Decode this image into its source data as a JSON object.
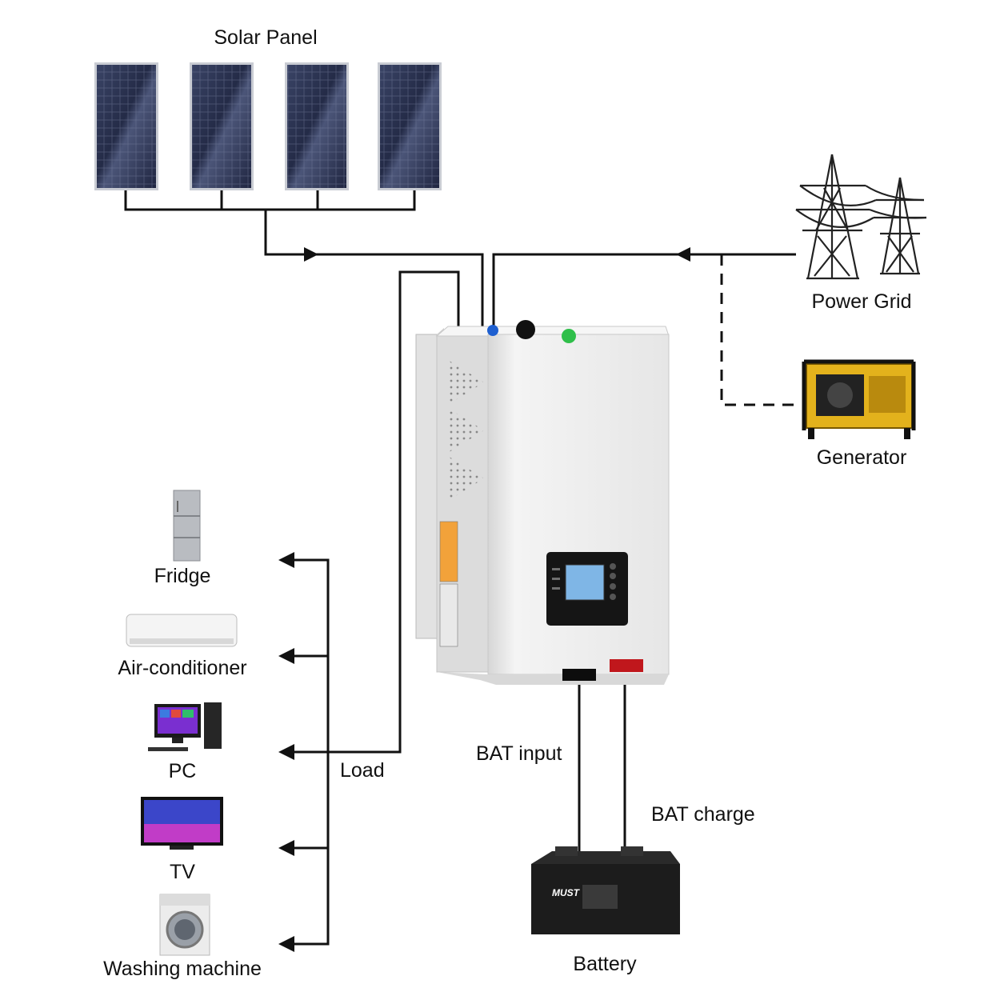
{
  "labels": {
    "solar_panel": "Solar Panel",
    "power_grid": "Power Grid",
    "generator": "Generator",
    "fridge": "Fridge",
    "air_conditioner": "Air-conditioner",
    "pc": "PC",
    "tv": "TV",
    "washing_machine": "Washing machine",
    "load": "Load",
    "bat_input": "BAT input",
    "bat_charge": "BAT charge",
    "battery": "Battery"
  },
  "battery_brand": "MUST",
  "colors": {
    "line": "#111111",
    "panel_dark": "#2a3150",
    "panel_frame": "#c9ccd3",
    "inverter_body": "#eeeeee",
    "lcd": "#7fb6e6",
    "generator_yellow": "#e3b21c",
    "terminal_red": "#c0171c"
  }
}
